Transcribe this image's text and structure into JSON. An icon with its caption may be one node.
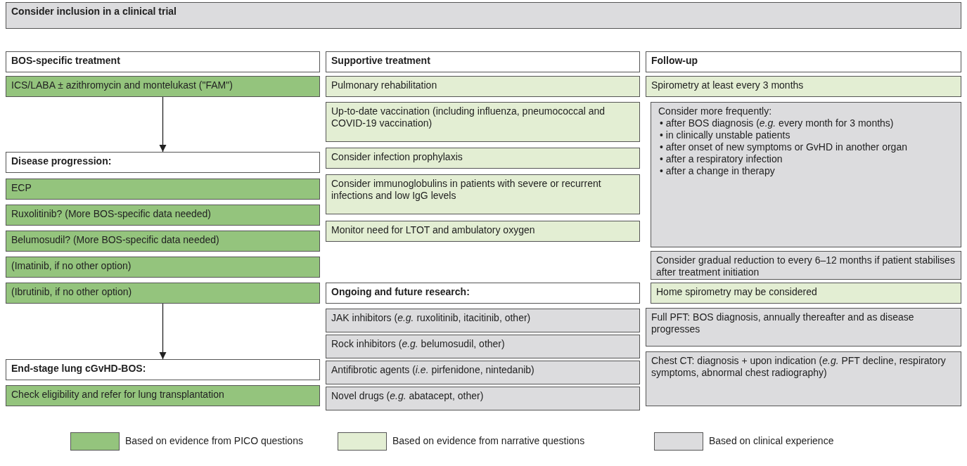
{
  "diagram": {
    "nodes": [
      {
        "text": [
          "Consider inclusion in a clinical trial"
        ]
      },
      {
        "text": [
          "BOS-specific treatment"
        ]
      },
      {
        "text": [
          "ICS/LABA ± azithromycin and montelukast (\"FAM\")"
        ]
      },
      {
        "text": [
          "Disease progression:"
        ]
      },
      {
        "text": [
          "ECP"
        ]
      },
      {
        "text": [
          "Ruxolitinib? (More BOS-specific data needed)"
        ]
      },
      {
        "text": [
          "Belumosudil? (More BOS-specific data needed)"
        ]
      },
      {
        "text": [
          "(Imatinib, if no other option)"
        ]
      },
      {
        "text": [
          "(Ibrutinib, if no other option)"
        ]
      },
      {
        "text": [
          "End-stage lung cGvHD-BOS:"
        ]
      },
      {
        "text": [
          "Check eligibility and refer for lung transplantation"
        ]
      },
      {
        "text": [
          "Supportive treatment"
        ]
      },
      {
        "text": [
          "Pulmonary rehabilitation"
        ]
      },
      {
        "text": [
          "Up-to-date vaccination (including influenza, pneumococcal and COVID-19 vaccination)"
        ]
      },
      {
        "text": [
          "Consider infection prophylaxis"
        ]
      },
      {
        "text": [
          "Consider immunoglobulins in patients with severe or recurrent infections and low IgG levels"
        ]
      },
      {
        "text": [
          "Monitor need for LTOT and ambulatory oxygen"
        ]
      },
      {
        "text": [
          "Ongoing and future research:"
        ]
      },
      {
        "text": [
          "JAK inhibitors (*e.g.* ruxolitinib, itacitinib, other)"
        ]
      },
      {
        "text": [
          "Rock inhibitors (*e.g.* belumosudil, other)"
        ]
      },
      {
        "text": [
          "Antifibrotic agents (*i.e.* pirfenidone, nintedanib)"
        ]
      },
      {
        "text": [
          "Novel drugs (*e.g.* abatacept, other)"
        ]
      },
      {
        "text": [
          "Follow-up"
        ]
      },
      {
        "text": [
          "Spirometry at least every 3 months"
        ]
      },
      {
        "text": [
          "Consider more frequently:",
          "• after BOS diagnosis (*e.g.* every month for 3 months)",
          "• in clinically unstable patients",
          "• after onset of new symptoms or GvHD in another organ",
          "• after a respiratory infection",
          "• after a change in therapy"
        ]
      },
      {
        "text": [
          "Consider gradual reduction to every 6–12 months if patient stabilises after treatment initiation"
        ]
      },
      {
        "text": [
          "Home spirometry may be considered"
        ]
      },
      {
        "text": [
          "Full PFT: BOS diagnosis, annually thereafter and as disease progresses"
        ]
      },
      {
        "text": [
          "Chest CT: diagnosis + upon indication (*e.g.* PFT decline, respiratory symptoms, abnormal chest radiography)"
        ]
      }
    ],
    "edges": [
      {
        "from": 2,
        "to": 3,
        "arrow": "to"
      },
      {
        "from": 8,
        "to": 9,
        "arrow": "to"
      }
    ],
    "legend": [
      {
        "text": "Based on evidence from PICO questions",
        "color": "#94c47d"
      },
      {
        "text": "Based on evidence from narrative questions",
        "color": "#e3eed3"
      },
      {
        "text": "Based on clinical experience",
        "color": "#dcdcde"
      }
    ]
  }
}
